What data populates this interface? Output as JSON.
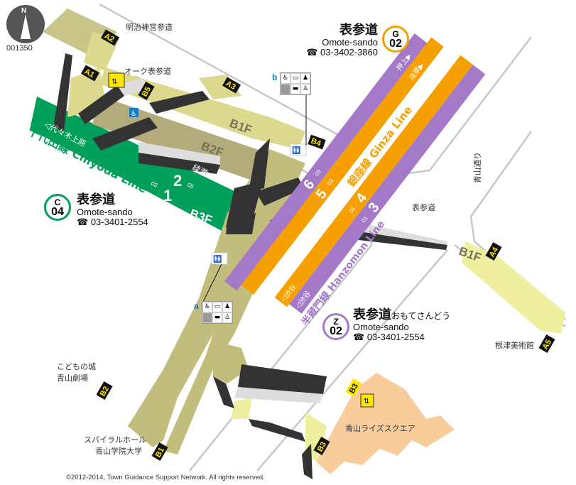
{
  "map_id": "001350",
  "compass": {
    "label": "N"
  },
  "streets": {
    "meiji_jingu_sando": "明治神宮参道",
    "oak_omotesando": "オーク表参道",
    "omotesando": "表参道",
    "aoyama_dori": "青山通り"
  },
  "landmarks": {
    "nezu_museum": "根津美術館",
    "kodomo_line1": "こどもの城",
    "kodomo_line2": "青山劇場",
    "spiral_line1": "スパイラルホール",
    "spiral_line2": "青山学院大学",
    "aoyama_rise_square": "青山ライズスクエア"
  },
  "exits": [
    "A1",
    "A2",
    "A3",
    "A4",
    "A5",
    "B1",
    "B2",
    "B3",
    "B3",
    "B4",
    "B5"
  ],
  "levels": {
    "b1f": "B1F",
    "b2f": "B2F",
    "b3f": "B3F",
    "b1f_east": "B1F"
  },
  "stations": {
    "ginza": {
      "line_code": "G",
      "number": "02",
      "name_jp": "表参道",
      "name_en": "Omote-sando",
      "tel": "03-3402-3860",
      "color": "#f5a000"
    },
    "chiyoda": {
      "line_code": "C",
      "number": "04",
      "name_jp": "表参道",
      "name_en": "Omote-sando",
      "tel": "03-3401-2554",
      "color": "#00a05a"
    },
    "hanzomon": {
      "line_code": "Z",
      "number": "02",
      "name_jp": "表参道",
      "name_kana": "おもてさんどう",
      "name_en": "Omote-sando",
      "tel": "03-3401-2554",
      "color": "#a47ac8"
    }
  },
  "tel_icon": "☎",
  "chiyoda_line": {
    "name": "千代田線 Chiyoda Line",
    "to_west": "◁代々木上原",
    "to_east": "綾瀬▶",
    "track_2": "2",
    "track_1": "1",
    "next_west": "03",
    "next_east": "05"
  },
  "ginza_line": {
    "name": "銀座線 Ginza Line",
    "to_north": "浅草▶",
    "to_south": "◁渋谷",
    "track_5": "5",
    "track_4": "4",
    "next": "03",
    "prev": "01"
  },
  "hanzomon_line": {
    "name": "半蔵門線 Hanzomon Line",
    "to_north": "押上▶",
    "to_south": "◁渋谷",
    "track_6": "6",
    "track_3": "3",
    "next": "03",
    "prev": "01"
  },
  "facilities": {
    "a": {
      "key": "a",
      "icons": [
        "wheelchair-toilet",
        "baby-bed",
        "baby-chair",
        "",
        "diaper",
        "child-seat"
      ]
    },
    "b": {
      "key": "b",
      "icons": [
        "wheelchair-toilet",
        "baby-bed",
        "baby-chair",
        "",
        "diaper",
        "child-seat"
      ]
    }
  },
  "copyright": "©2012-2014, Town Guidance Support Network. All rights reserved."
}
